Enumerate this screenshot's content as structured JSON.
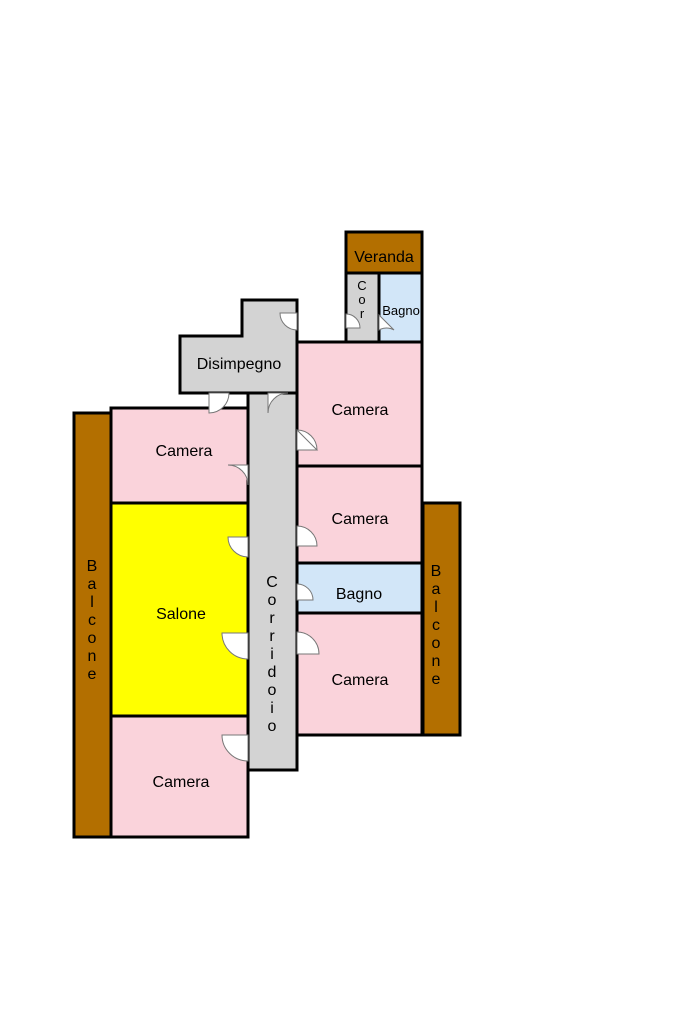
{
  "colors": {
    "balcone": "#b36f00",
    "camera": "#fad3db",
    "salone": "#ffff00",
    "bagno": "#d2e6f8",
    "corridoio": "#d3d3d3",
    "veranda": "#b36f00",
    "wall": "#000000"
  },
  "rooms": {
    "veranda": "Veranda",
    "cor": "Cor",
    "bagno_small": "Bagno",
    "disimpegno": "Disimpegno",
    "camera_top_left": "Camera",
    "camera_top_right": "Camera",
    "camera_mid_right": "Camera",
    "salone": "Salone",
    "bagno_mid": "Bagno",
    "camera_low_right": "Camera",
    "camera_bottom_left": "Camera",
    "corridoio": "Corridoio",
    "balcone_left": "Balcone",
    "balcone_right": "Balcone"
  }
}
